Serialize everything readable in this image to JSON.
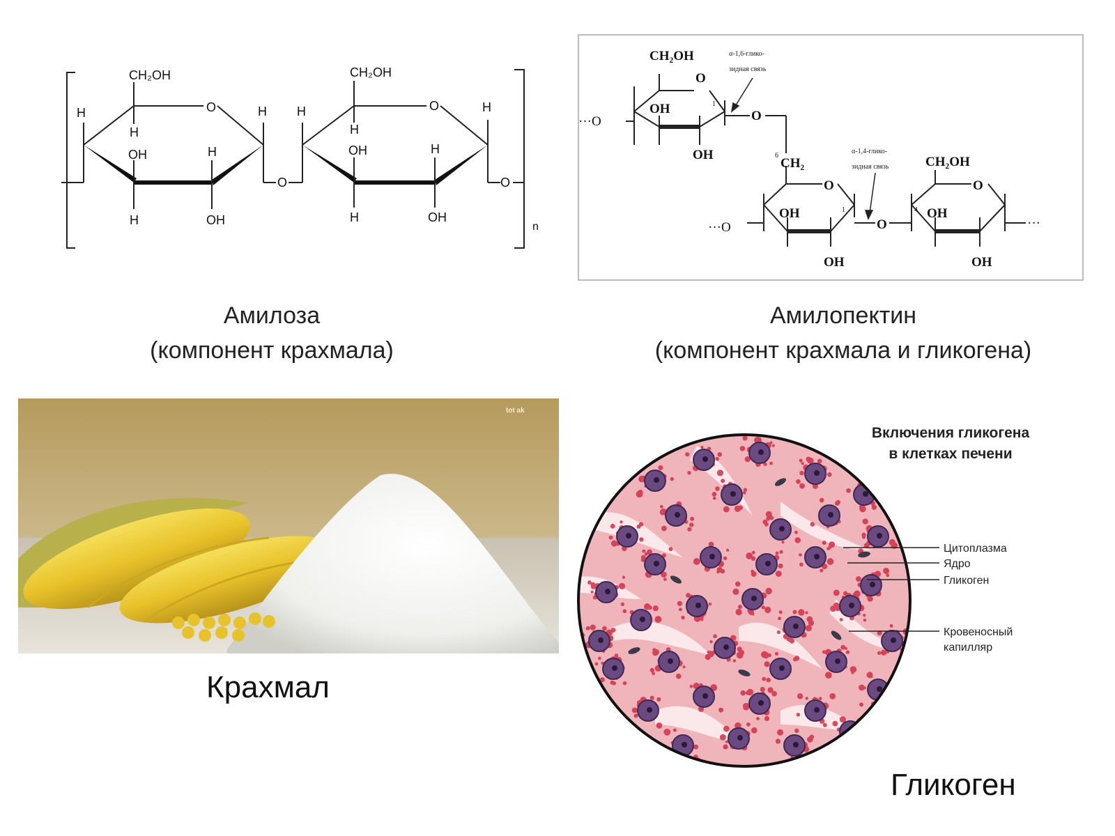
{
  "amylose": {
    "formula_labels": {
      "ch2oh": "CH₂OH",
      "o": "O",
      "h": "H",
      "oh": "OH",
      "n": "n"
    },
    "caption_line1": "Амилоза",
    "caption_line2": "(компонент крахмала)"
  },
  "amylopectin": {
    "formula_labels": {
      "ch2oh": "CH₂OH",
      "ch2": "CH₂",
      "o": "O",
      "oh": "OH",
      "dots_o": "···O",
      "dots": "···",
      "num_6": "6",
      "num_1": "1",
      "num_4": "4"
    },
    "bond_16_line1": "α-1,6-глико-",
    "bond_16_line2": "зидная связь",
    "bond_14_line1": "α-1,4-глико-",
    "bond_14_line2": "зидная связь",
    "caption_line1": "Амилопектин",
    "caption_line2": "(компонент крахмала и гликогена)"
  },
  "starch": {
    "photo_tag": "tot ak",
    "caption": "Крахмал"
  },
  "glycogen": {
    "title_line1": "Включения гликогена",
    "title_line2": "в клетках печени",
    "legend": [
      "Цитоплазма",
      "Ядро",
      "Гликоген",
      "Кровеносный",
      "капилляр"
    ],
    "caption": "Гликоген"
  },
  "colors": {
    "corn": "#e8c22a",
    "starch": "#f2f2f0",
    "tissue": "#f0b4bb",
    "nucleus": "#6a4a80",
    "glycogen": "#d03048"
  }
}
